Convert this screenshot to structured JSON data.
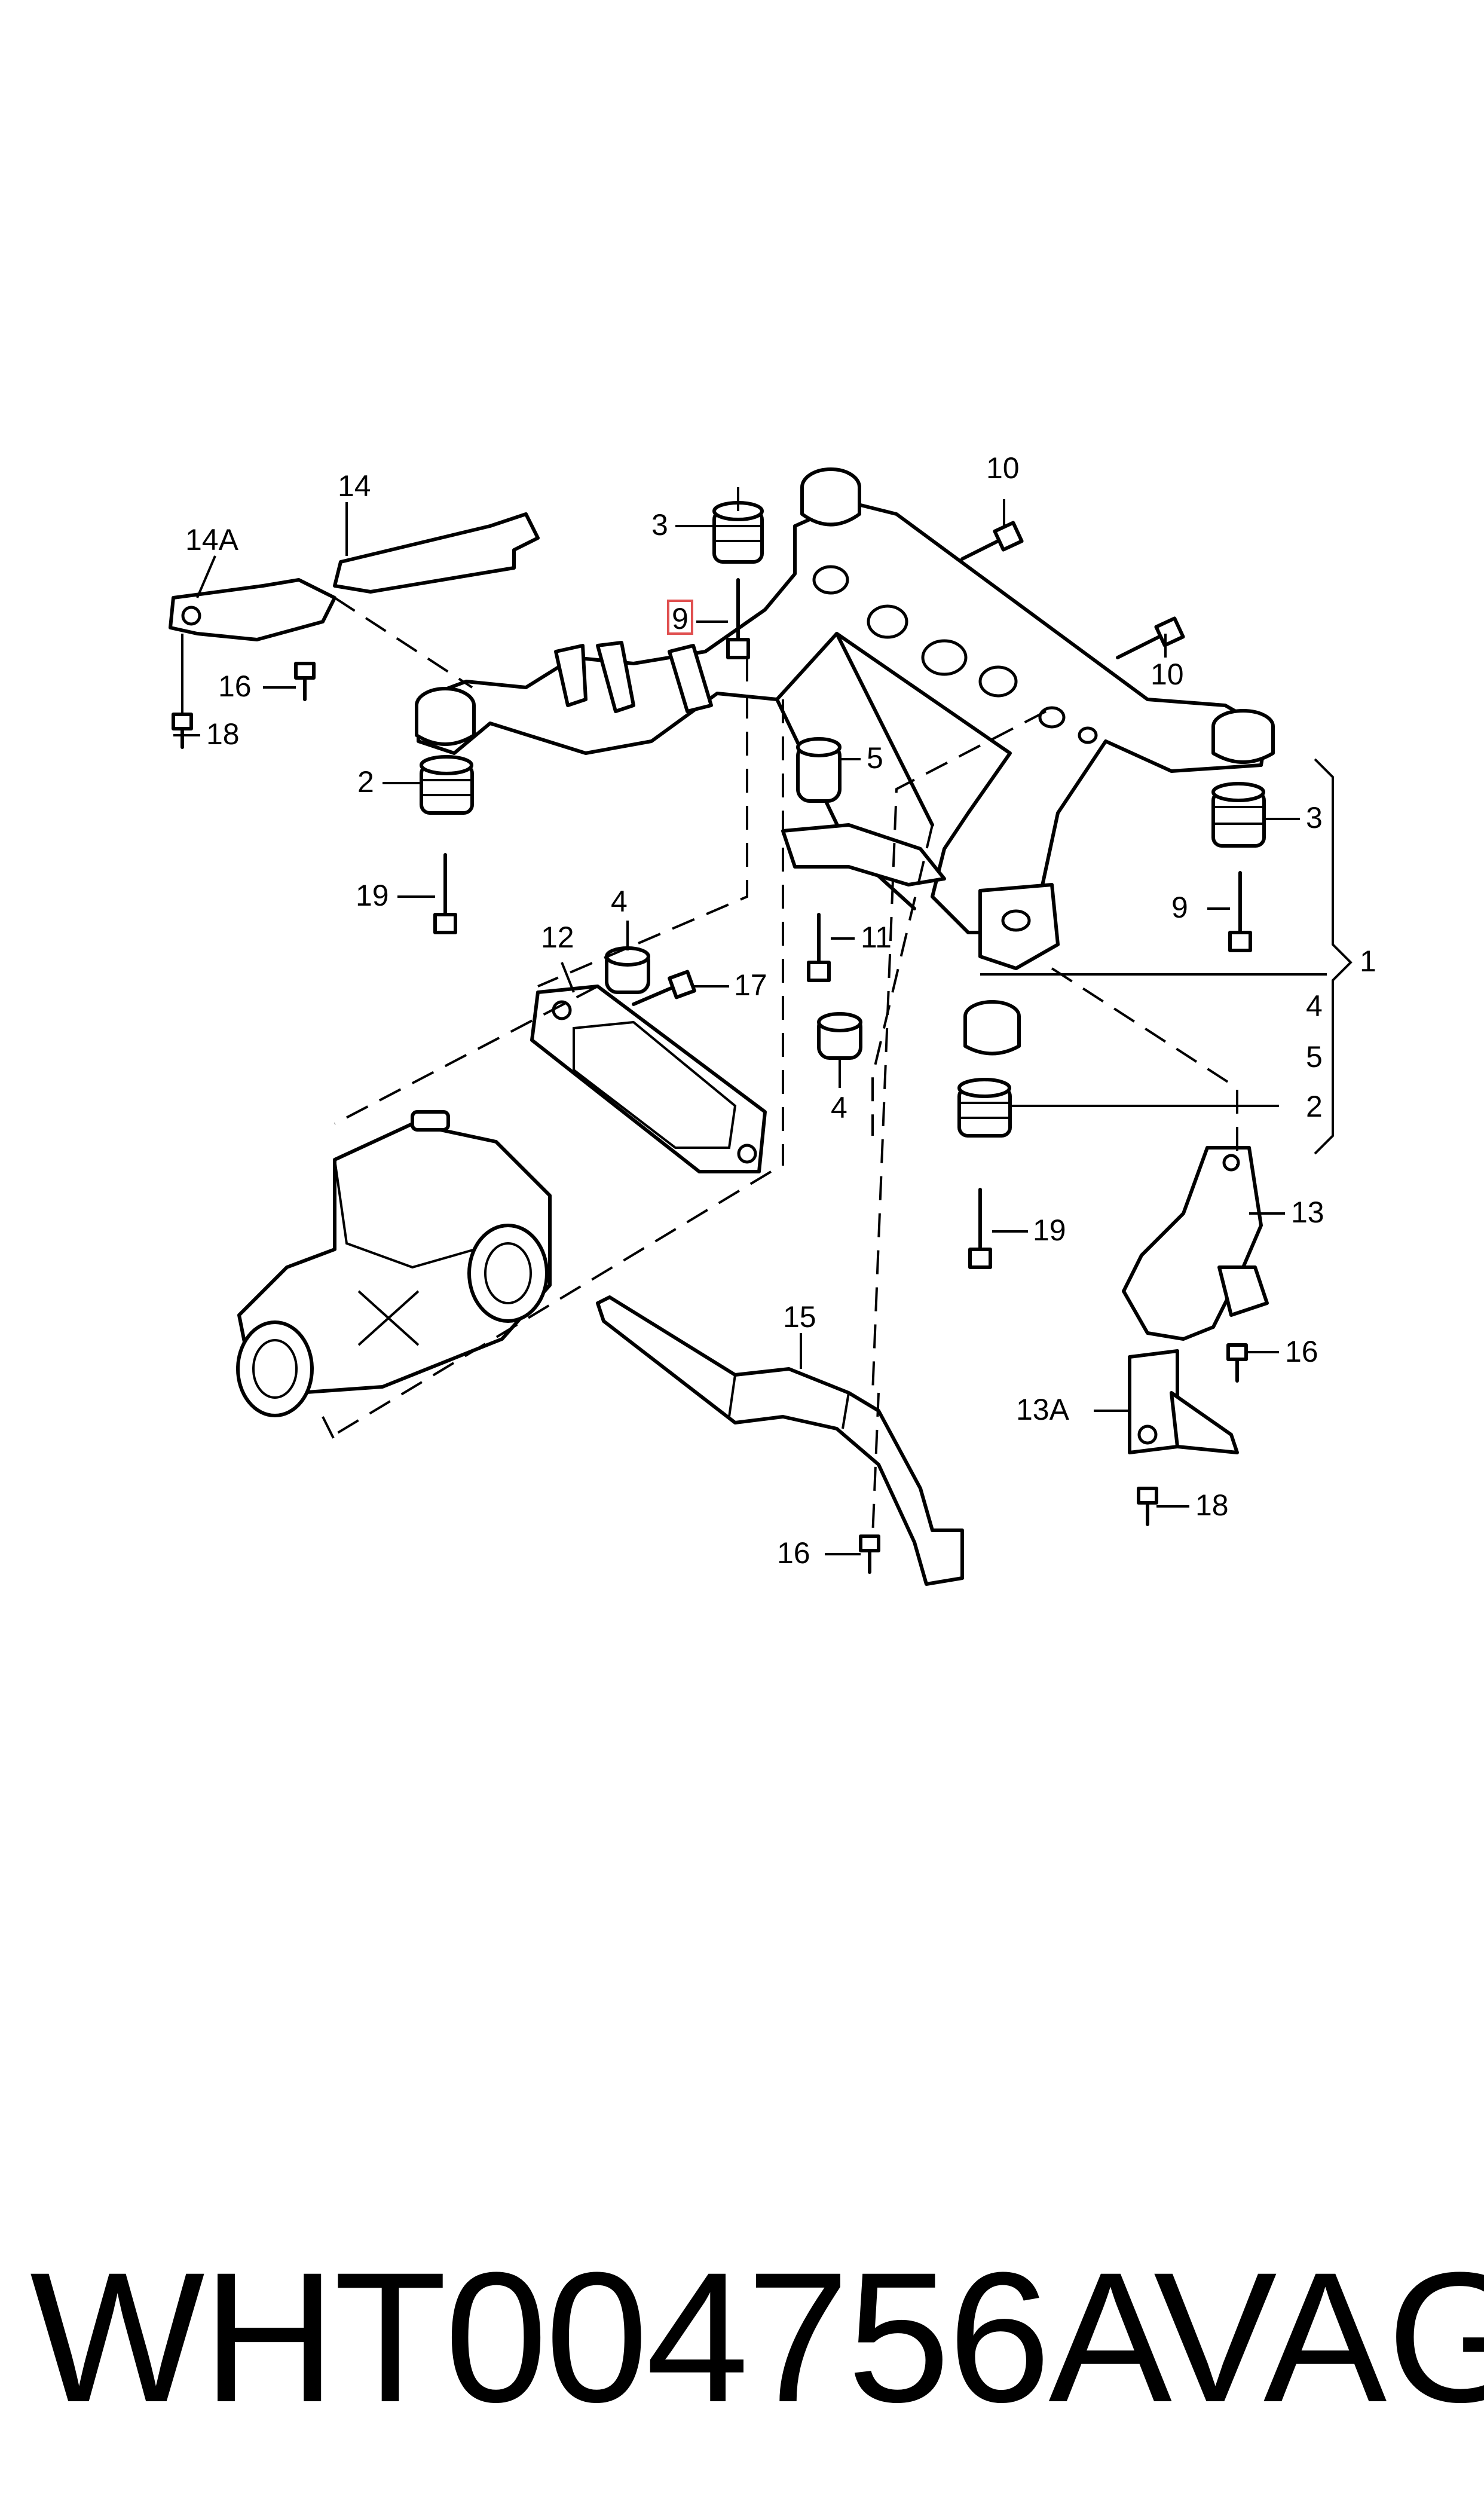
{
  "callouts": {
    "c1": "1",
    "c2a": "2",
    "c2b": "2",
    "c3a": "3",
    "c3b": "3",
    "c4a": "4",
    "c4b": "4",
    "c4c": "4",
    "c5a": "5",
    "c5b": "5",
    "c9a": "9",
    "c9b": "9",
    "c10a": "10",
    "c10b": "10",
    "c11": "11",
    "c12": "12",
    "c13": "13",
    "c13a": "13A",
    "c14": "14",
    "c14a": "14A",
    "c15": "15",
    "c16a": "16",
    "c16b": "16",
    "c16c": "16",
    "c17": "17",
    "c18a": "18",
    "c18b": "18",
    "c19a": "19",
    "c19b": "19"
  },
  "footer": {
    "doc_number": "WHT004756A",
    "brand": "VAG"
  },
  "highlight_color": "#e05050"
}
